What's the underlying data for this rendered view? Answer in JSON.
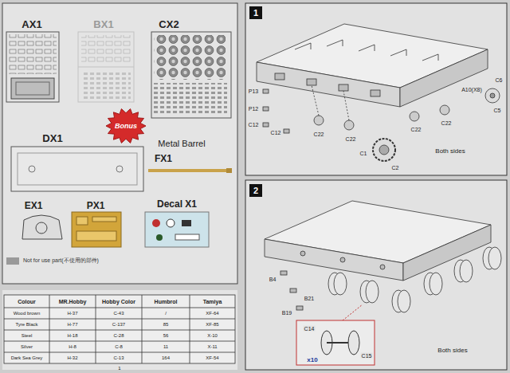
{
  "diagram": {
    "nodes": [
      {
        "text": [
          "1"
        ]
      },
      {
        "text": [
          "2"
        ]
      },
      {
        "text": [
          "Bonus"
        ]
      }
    ],
    "labels": [
      "AX1",
      "BX1",
      "CX2",
      "DX1",
      "Metal Barrel",
      "FX1",
      "EX1",
      "PX1",
      "Decal X1",
      "A10(X8)",
      "C6",
      "P13",
      "P12",
      "C12",
      "C12",
      "C22",
      "C22",
      "C22",
      "C22",
      "C5",
      "C1",
      "C2",
      "Both sides",
      "B4",
      "B21",
      "B19",
      "C14",
      "C15",
      "x10",
      "Both sides",
      "Colour",
      "MR.Hobby",
      "Hobby Color",
      "Humbrol",
      "Tamiya",
      "Wood brown",
      "H-37",
      "C-43",
      "/",
      "XF-64",
      "Tyre Black",
      "H-77",
      "C-137",
      "85",
      "XF-85",
      "Steel",
      "H-18",
      "C-28",
      "56",
      "X-10",
      "Silver",
      "H-8",
      "C-8",
      "11",
      "X-11",
      "Dark Sea Grey",
      "H-32",
      "C-13",
      "164",
      "XF-54",
      "1"
    ],
    "legend": [
      {
        "text": "Not for use part(不使用的部件)",
        "color": "#9a9a9a"
      }
    ]
  }
}
